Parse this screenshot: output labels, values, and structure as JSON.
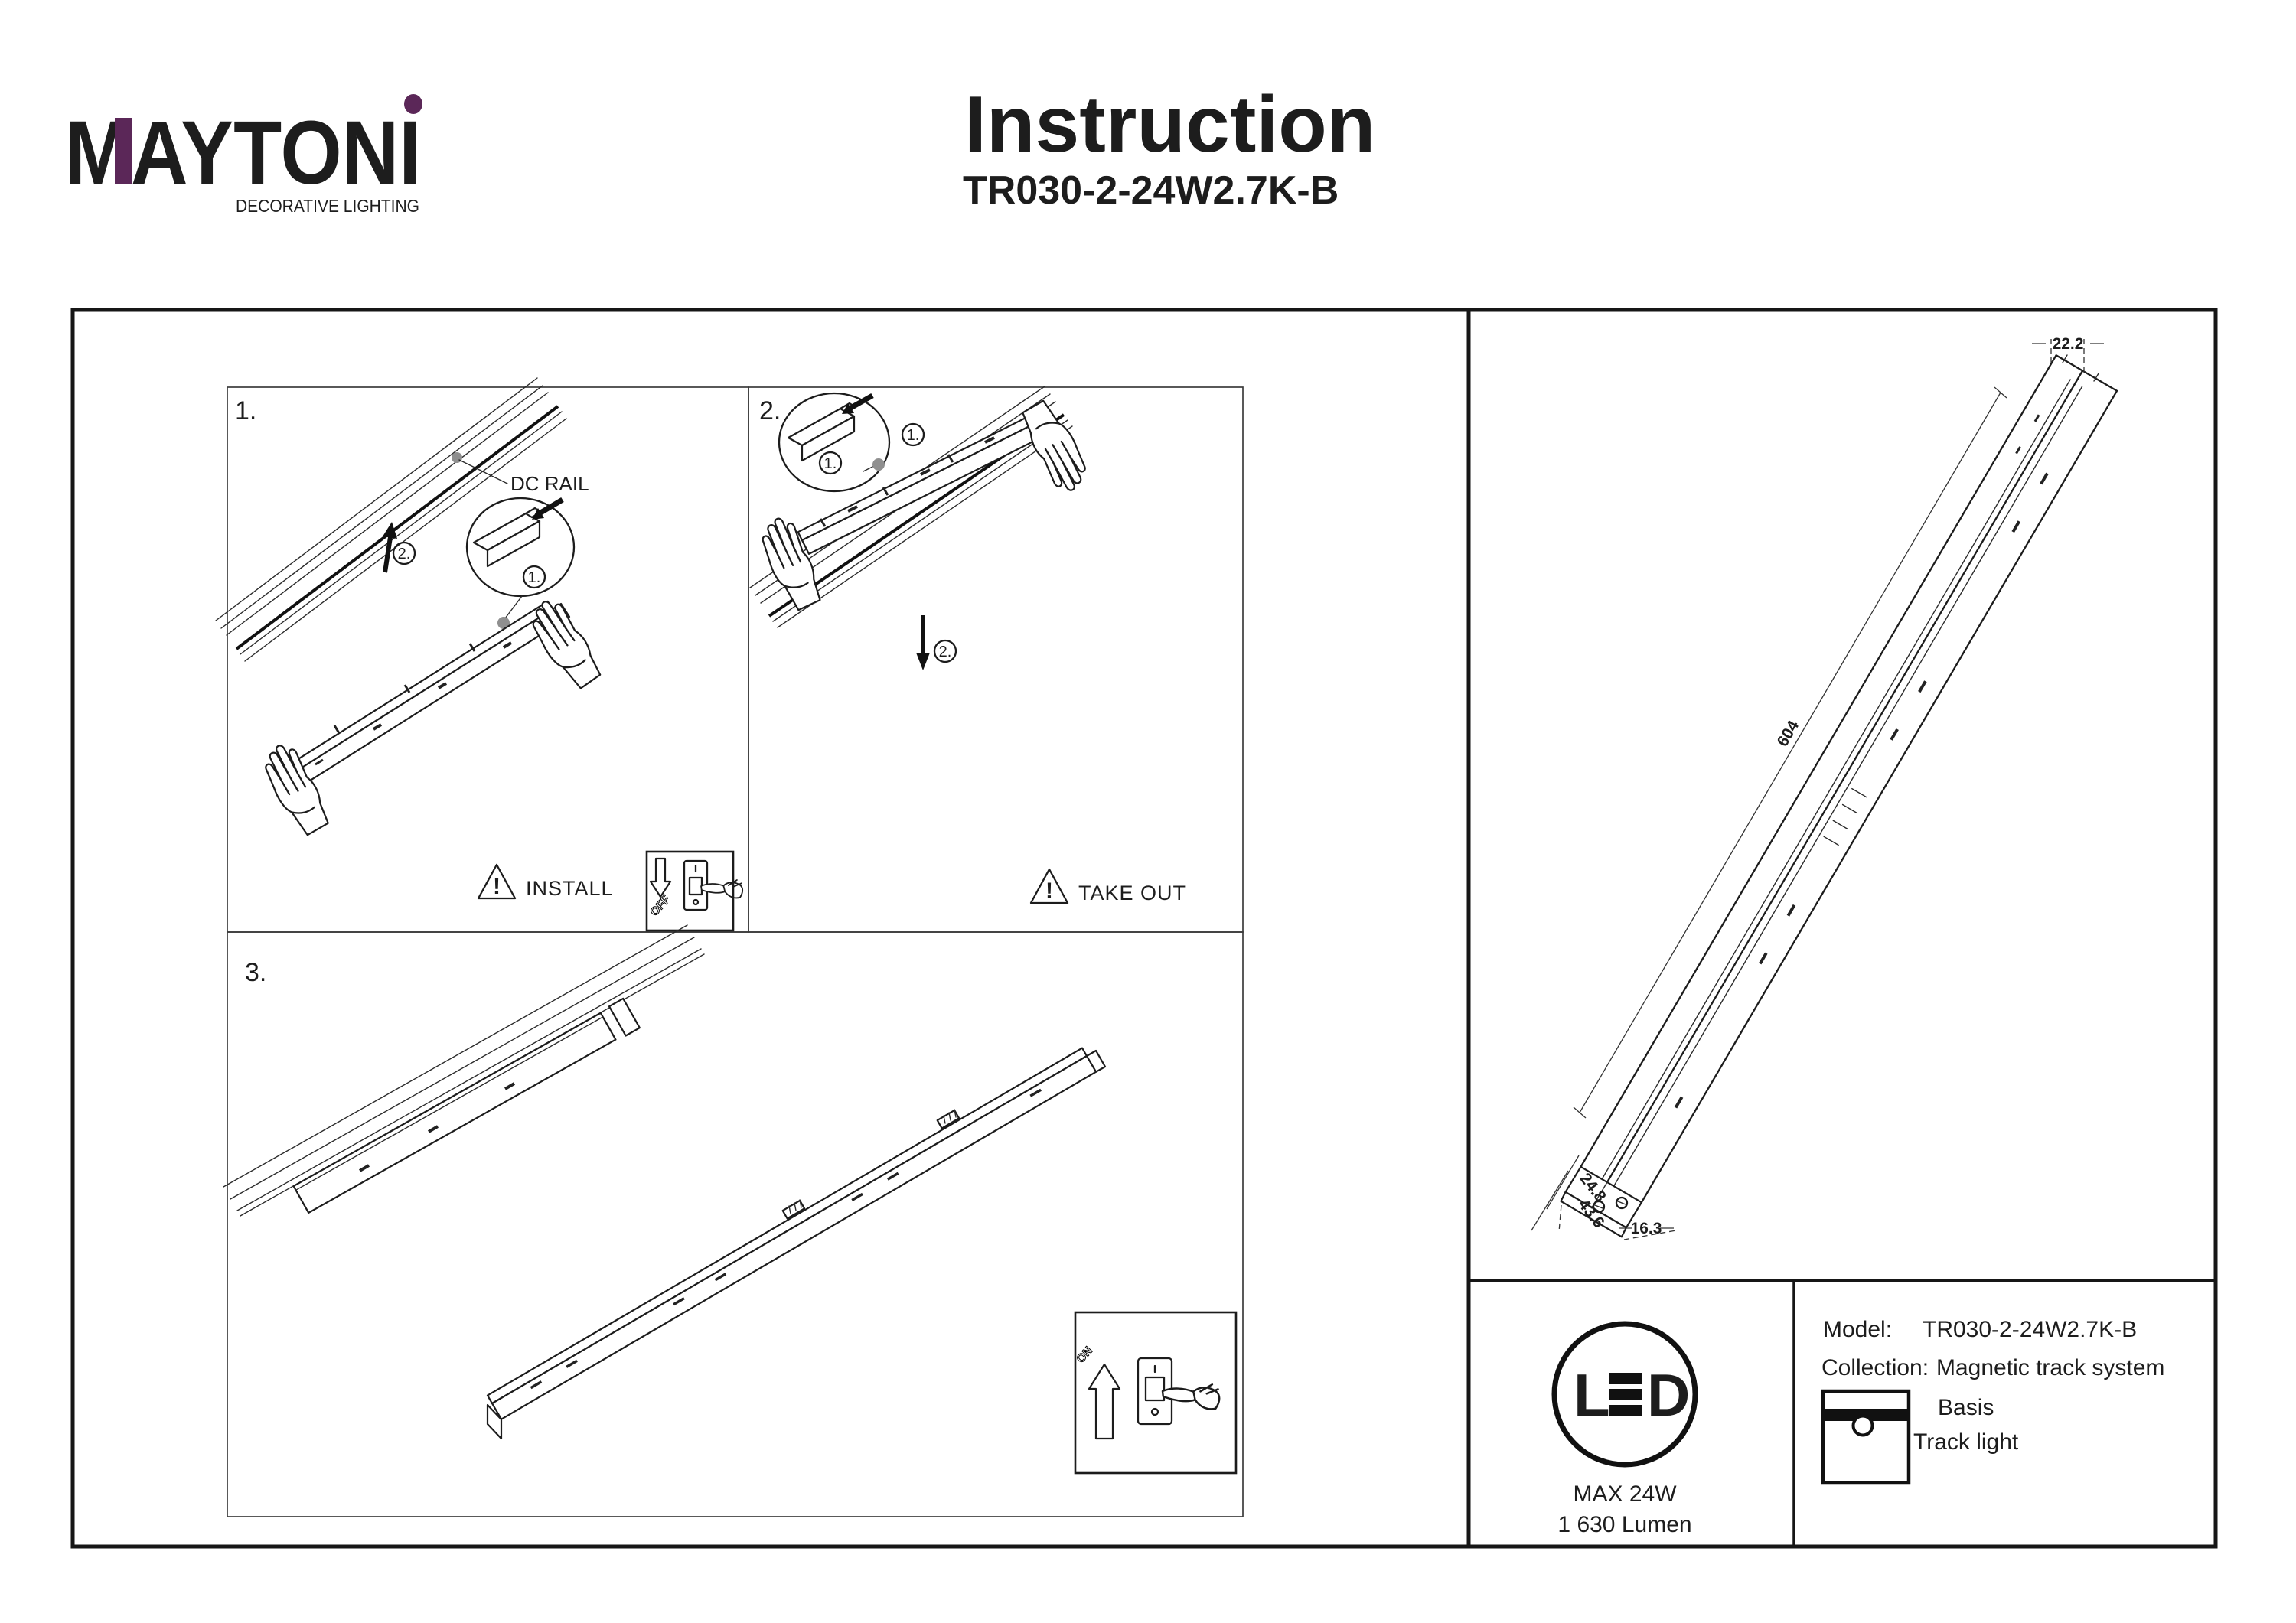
{
  "brand": {
    "name": "MAYTONI",
    "tagline": "DECORATIVE LIGHTING",
    "accent_color": "#5b2758",
    "ink_color": "#262028"
  },
  "header": {
    "title": "Instruction",
    "model": "TR030-2-24W2.7K-B"
  },
  "glyphs": {
    "warning_mark": "!"
  },
  "steps": {
    "one": {
      "number": "1.",
      "rail_label": "DC RAIL",
      "inset_callout": "1.",
      "move_callout": "2.",
      "caution": "INSTALL",
      "switch_label": "OFF"
    },
    "two": {
      "number": "2.",
      "inset_callout": "1.",
      "rail_callout": "1.",
      "move_callout": "2.",
      "caution": "TAKE OUT"
    },
    "three": {
      "number": "3.",
      "switch_label": "ON"
    }
  },
  "drawing": {
    "dim_width": "22.2",
    "dim_length": "604",
    "dim_cap_width": "24.8",
    "dim_cap_height": "43.6",
    "dim_cap_depth": "16.3"
  },
  "badge": {
    "letter_l": "L",
    "letter_d": "D",
    "power": "MAX 24W",
    "flux": "1 630 Lumen"
  },
  "info": {
    "model_label": "Model:",
    "model_value": "TR030-2-24W2.7K-B",
    "collection_label": "Collection:",
    "collection_value": "Magnetic track system",
    "category": "Basis",
    "category2": "Track light"
  }
}
